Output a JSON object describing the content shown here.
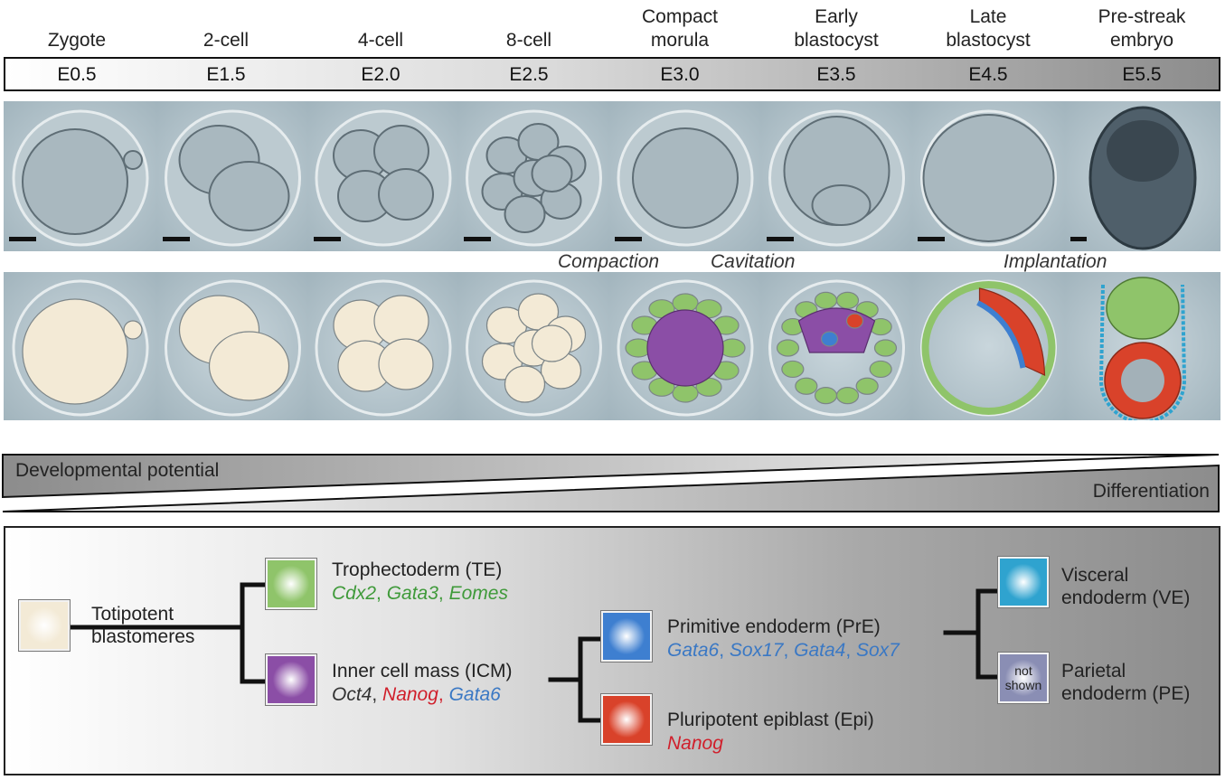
{
  "stages": [
    {
      "name": "Zygote",
      "day": "E0.5"
    },
    {
      "name": "2-cell",
      "day": "E1.5"
    },
    {
      "name": "4-cell",
      "day": "E2.0"
    },
    {
      "name": "8-cell",
      "day": "E2.5"
    },
    {
      "name": "Compact\nmorula",
      "day": "E3.0"
    },
    {
      "name": "Early\nblastocyst",
      "day": "E3.5"
    },
    {
      "name": "Late\nblastocyst",
      "day": "E4.5"
    },
    {
      "name": "Pre-streak\nembryo",
      "day": "E5.5"
    }
  ],
  "processes": {
    "compaction": "Compaction",
    "cavitation": "Cavitation",
    "implantation": "Implantation"
  },
  "gradient": {
    "potential": "Developmental potential",
    "differentiation": "Differentiation"
  },
  "lineage": {
    "totipotent": {
      "label": "Totipotent\nblastomeres",
      "color": "#f3ead6"
    },
    "te": {
      "label": "Trophectoderm (TE)",
      "color": "#8fc46a",
      "genes": [
        "Cdx2",
        "Gata3",
        "Eomes"
      ],
      "gene_color": "#3f9a3a"
    },
    "icm": {
      "label": "Inner cell mass (ICM)",
      "color": "#8b4ea6",
      "genes": [
        "Oct4",
        "Nanog",
        "Gata6"
      ],
      "gene_colors": [
        "#333333",
        "#d01f2b",
        "#3a78c4"
      ]
    },
    "pre": {
      "label": "Primitive endoderm (PrE)",
      "color": "#3e7fd0",
      "genes": [
        "Gata6",
        "Sox17",
        "Gata4",
        "Sox7"
      ],
      "gene_color": "#3a78c4"
    },
    "epi": {
      "label": "Pluripotent epiblast (Epi)",
      "color": "#d9422a",
      "genes": [
        "Nanog"
      ],
      "gene_color": "#d01f2b"
    },
    "ve": {
      "label": "Visceral\nendoderm (VE)",
      "color": "#2fa3cf"
    },
    "pe": {
      "label": "Parietal\nendoderm (PE)",
      "color": "#8a8eb4",
      "note": "not\nshown"
    }
  },
  "colors": {
    "tile_bg": "#b7c6cd",
    "cell_outline": "#5f6e76",
    "zona": "#cfd8dc",
    "lineage_lines": "#111111"
  }
}
